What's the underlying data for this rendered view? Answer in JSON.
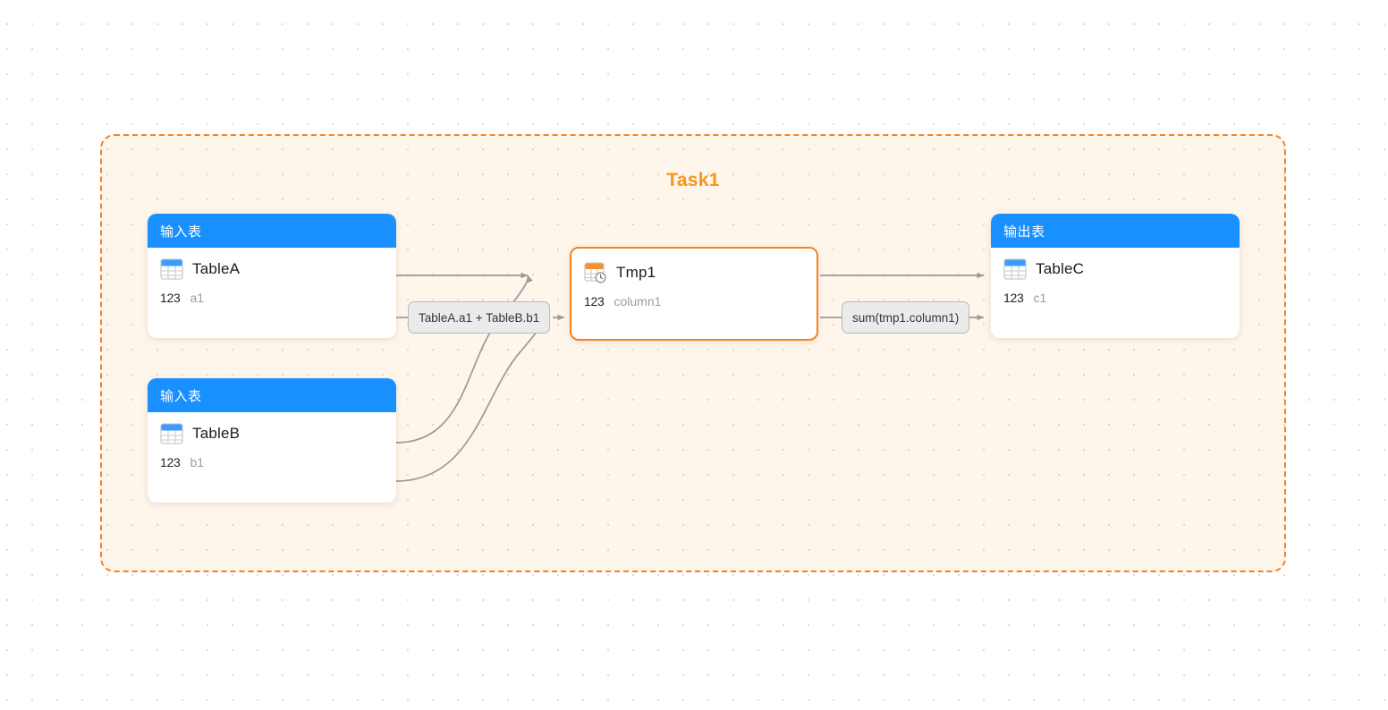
{
  "canvas": {
    "background_color": "#ffffff",
    "dot_color": "#dcdcdc"
  },
  "task_group": {
    "title": "Task1",
    "border_color": "#F58220",
    "fill_color": "#FDF0E4",
    "border_style": "dashed"
  },
  "nodes": [
    {
      "id": "tableA",
      "header": "输入表",
      "header_color": "#1890FF",
      "title": "TableA",
      "icon": "table-icon-blue",
      "fields": [
        {
          "type": "123",
          "name": "a1"
        }
      ]
    },
    {
      "id": "tableB",
      "header": "输入表",
      "header_color": "#1890FF",
      "title": "TableB",
      "icon": "table-icon-blue",
      "fields": [
        {
          "type": "123",
          "name": "b1"
        }
      ]
    },
    {
      "id": "tmp1",
      "header": null,
      "border_color": "#F7821B",
      "title": "Tmp1",
      "icon": "table-clock-icon-orange",
      "fields": [
        {
          "type": "123",
          "name": "column1"
        }
      ]
    },
    {
      "id": "tableC",
      "header": "输出表",
      "header_color": "#1890FF",
      "title": "TableC",
      "icon": "table-icon-blue",
      "fields": [
        {
          "type": "123",
          "name": "c1"
        }
      ]
    }
  ],
  "edge_labels": [
    {
      "id": "expr1",
      "text": "TableA.a1 + TableB.b1"
    },
    {
      "id": "expr2",
      "text": "sum(tmp1.column1)"
    }
  ],
  "edges": {
    "stroke_color": "#9a9a9a"
  }
}
